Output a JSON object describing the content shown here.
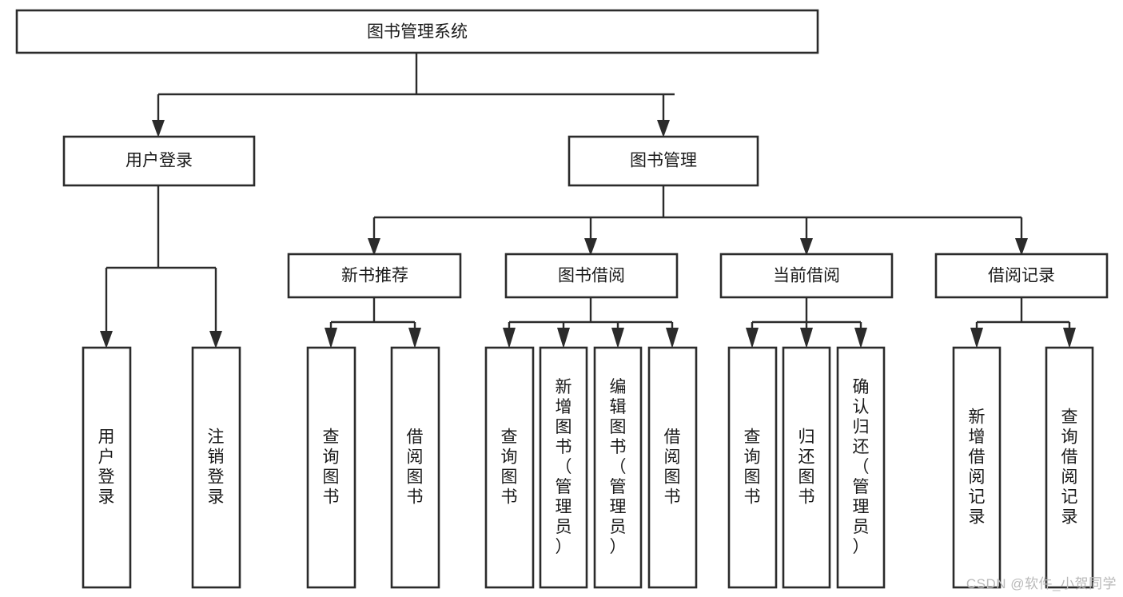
{
  "diagram": {
    "type": "tree",
    "title": "图书管理系统",
    "watermark": "CSDN @软件_小贺同学",
    "colors": {
      "box_fill": "#ffffff",
      "box_stroke": "#2b2b2b",
      "edge": "#2b2b2b",
      "text": "#1a1a1a",
      "watermark": "#b9b9b9",
      "background": "#ffffff"
    },
    "nodes": {
      "root": {
        "label": "图书管理系统",
        "orientation": "horizontal"
      },
      "level1": [
        {
          "id": "user-login",
          "label": "用户登录",
          "orientation": "horizontal"
        },
        {
          "id": "book-manage",
          "label": "图书管理",
          "orientation": "horizontal"
        }
      ],
      "level2": [
        {
          "id": "new-book-recommend",
          "label": "新书推荐",
          "orientation": "horizontal"
        },
        {
          "id": "book-borrow",
          "label": "图书借阅",
          "orientation": "horizontal"
        },
        {
          "id": "current-borrow",
          "label": "当前借阅",
          "orientation": "horizontal"
        },
        {
          "id": "borrow-record",
          "label": "借阅记录",
          "orientation": "horizontal"
        }
      ],
      "leaves": [
        {
          "id": "leaf-user-login",
          "label": "用户登录",
          "orientation": "vertical",
          "parent": "user-login"
        },
        {
          "id": "leaf-logout-login",
          "label": "注销登录",
          "orientation": "vertical",
          "parent": "user-login"
        },
        {
          "id": "leaf-query-book-1",
          "label": "查询图书",
          "orientation": "vertical",
          "parent": "new-book-recommend"
        },
        {
          "id": "leaf-borrow-book-1",
          "label": "借阅图书",
          "orientation": "vertical",
          "parent": "new-book-recommend"
        },
        {
          "id": "leaf-query-book-2",
          "label": "查询图书",
          "orientation": "vertical",
          "parent": "book-borrow"
        },
        {
          "id": "leaf-add-book-admin",
          "label": "新增图书（管理员）",
          "orientation": "vertical",
          "parent": "book-borrow"
        },
        {
          "id": "leaf-edit-book-admin",
          "label": "编辑图书（管理员）",
          "orientation": "vertical",
          "parent": "book-borrow"
        },
        {
          "id": "leaf-borrow-book-2",
          "label": "借阅图书",
          "orientation": "vertical",
          "parent": "book-borrow"
        },
        {
          "id": "leaf-query-book-3",
          "label": "查询图书",
          "orientation": "vertical",
          "parent": "current-borrow"
        },
        {
          "id": "leaf-return-book",
          "label": "归还图书",
          "orientation": "vertical",
          "parent": "current-borrow"
        },
        {
          "id": "leaf-confirm-return-admin",
          "label": "确认归还（管理员）",
          "orientation": "vertical",
          "parent": "current-borrow"
        },
        {
          "id": "leaf-add-borrow-record",
          "label": "新增借阅记录",
          "orientation": "vertical",
          "parent": "borrow-record"
        },
        {
          "id": "leaf-query-borrow-record",
          "label": "查询借阅记录",
          "orientation": "vertical",
          "parent": "borrow-record"
        }
      ]
    }
  }
}
